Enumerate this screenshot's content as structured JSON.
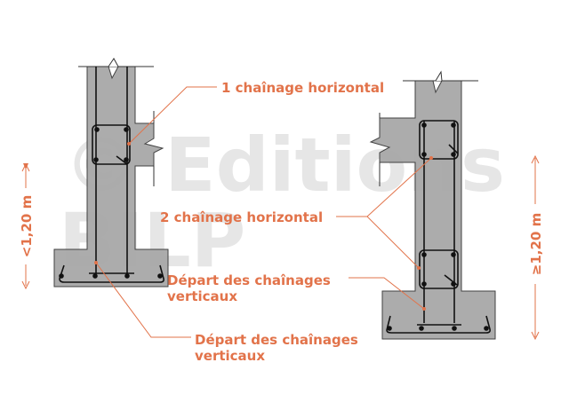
{
  "colors": {
    "accent": "#e2734a",
    "concrete": "#a6a6a6",
    "rebar": "#1a1a1a"
  },
  "watermark": {
    "line1": "© Editions",
    "line2": "BILP"
  },
  "labels": {
    "chainage_1": "1 chaînage horizontal",
    "chainage_2": "2 chaînage horizontal",
    "depart_right_1": "Départ des chaînages",
    "depart_right_2": "verticaux",
    "depart_left_1": "Départ des chaînages",
    "depart_left_2": "verticaux"
  },
  "dimensions": {
    "left": "<1,20 m",
    "right": "≥1,20 m"
  }
}
